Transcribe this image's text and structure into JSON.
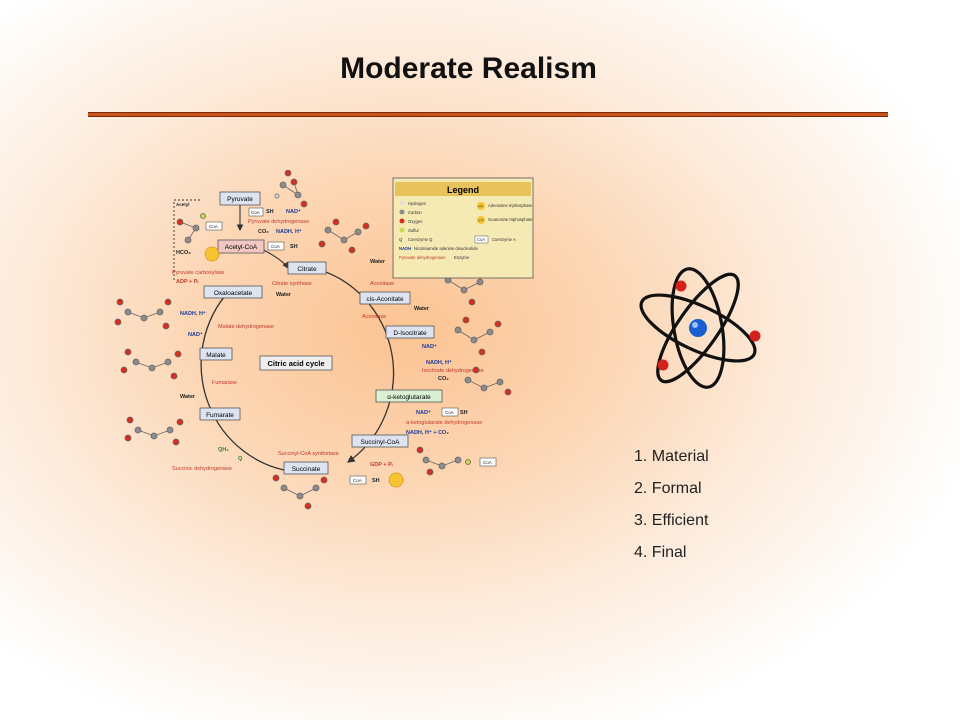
{
  "slide": {
    "title": "Moderate Realism",
    "list": [
      "1. Material",
      "2. Formal",
      "3. Efficient",
      "4. Final"
    ]
  },
  "diagram": {
    "center_label": "Citric acid cycle",
    "metabolites": [
      "Pyruvate",
      "Acetyl-CoA",
      "Citrate",
      "cis-Aconitate",
      "D-Isocitrate",
      "α-ketoglutarate",
      "Succinyl-CoA",
      "Succinate",
      "Fumarate",
      "Malate",
      "Oxaloacetate"
    ],
    "enzymes": [
      "Pyruvate dehydrogenase",
      "Pyruvate carboxylase",
      "Citrate synthase",
      "Aconitase",
      "Aconitase",
      "Isocitrate dehydrogenase",
      "α-ketoglutarate dehydrogenase",
      "Succinyl-CoA synthetase",
      "Succinic dehydrogenase",
      "Fumarase",
      "Malate dehydrogenase"
    ],
    "cofactors": [
      "SH",
      "NAD⁺",
      "CO₂",
      "NADH, H⁺",
      "SH",
      "HCO₃",
      "ATP",
      "ADP + Pᵢ",
      "Water",
      "Water",
      "NAD⁺",
      "NADH, H⁺",
      "CO₂",
      "NAD⁺",
      "SH",
      "NADH, H⁺ + CO₂",
      "GDP + Pᵢ",
      "SH",
      "GTP",
      "QH₂",
      "Q",
      "Water",
      "NAD⁺",
      "NADH, H⁺",
      "Water",
      "Acetyl",
      "CoA",
      "CoA",
      "CoA",
      "CoA",
      "CoA",
      "CoA"
    ],
    "legend": {
      "title": "Legend",
      "items": [
        "Hydrogen",
        "Carbon",
        "Oxygen",
        "Sulfur",
        "Coenzyme Q",
        "Nicotinamide adenine dinucleotide",
        "Enzyme",
        "Adenosine triphosphate",
        "Guanosine triphosphate",
        "Coenzyme A"
      ],
      "symbols": [
        "Q",
        "NADH",
        "Pyruvate dehydrogenase",
        "ATP",
        "GTP",
        "CoA"
      ]
    }
  },
  "colors": {
    "title_rule": "#c9541c",
    "arrow": "#333333",
    "enzyme_text": "#c0392b",
    "oxygen": "#d62f1f",
    "carbon": "#8c8c8c",
    "nucleus": "#1a5fd1",
    "electron": "#d4211c"
  },
  "icons": {
    "atom": "atom-icon"
  }
}
